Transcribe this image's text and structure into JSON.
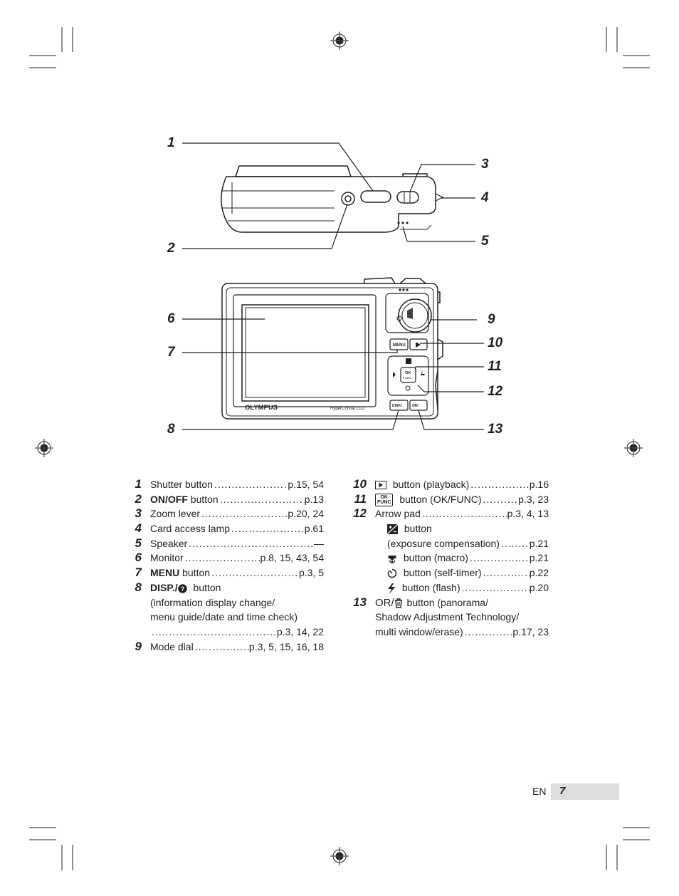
{
  "callouts": [
    "1",
    "2",
    "3",
    "4",
    "5",
    "6",
    "7",
    "8",
    "9",
    "10",
    "11",
    "12",
    "13"
  ],
  "camera": {
    "brand": "OLYMPUS",
    "screen_label": "HyperCrystal LCD",
    "menu_label": "MENU",
    "ok_label": "OK",
    "func_label": "FUNC",
    "disp_label": "DISP./",
    "or_label": "OR/"
  },
  "left_list": [
    {
      "num": "1",
      "label": "Shutter button",
      "pages": "p.15, 54"
    },
    {
      "num": "2",
      "label_bold": "ON/OFF",
      "label": " button",
      "pages": "p.13"
    },
    {
      "num": "3",
      "label": "Zoom lever",
      "pages": "p.20, 24"
    },
    {
      "num": "4",
      "label": "Card access lamp",
      "pages": "p.61"
    },
    {
      "num": "5",
      "label": "Speaker",
      "pages": "—"
    },
    {
      "num": "6",
      "label": "Monitor",
      "pages": "p.8, 15, 43, 54"
    },
    {
      "num": "7",
      "label_bold": "MENU",
      "label": " button",
      "pages": "p.3, 5"
    },
    {
      "num": "8",
      "label_bold": "DISP./",
      "label": " button",
      "line2": "(information display change/",
      "line3": "menu guide/date and time check)",
      "pages": "p.3, 14, 22"
    },
    {
      "num": "9",
      "label": "Mode dial",
      "pages": "p.3, 5, 15, 16, 18"
    }
  ],
  "right_list": [
    {
      "num": "10",
      "label": " button (playback)",
      "pages": "p.16"
    },
    {
      "num": "11",
      "label": " button (OK/FUNC)",
      "pages": "p.3, 23"
    },
    {
      "num": "12",
      "label": "Arrow pad",
      "pages": "p.3, 4, 13"
    },
    {
      "label": " button",
      "sub": true
    },
    {
      "label": "(exposure compensation)",
      "pages": "p.21",
      "sub": true
    },
    {
      "label": " button (macro)",
      "pages": "p.21",
      "sub": true
    },
    {
      "label": " button (self-timer)",
      "pages": "p.22",
      "sub": true
    },
    {
      "label": " button (flash)",
      "pages": "p.20",
      "sub": true
    },
    {
      "num": "13",
      "label_bold": "OR/",
      "label": " button (panorama/",
      "line2": "Shadow Adjustment Technology/",
      "line3": "multi window/erase)",
      "pages": "p.17, 23"
    }
  ],
  "footer": {
    "lang": "EN",
    "page": "7"
  }
}
